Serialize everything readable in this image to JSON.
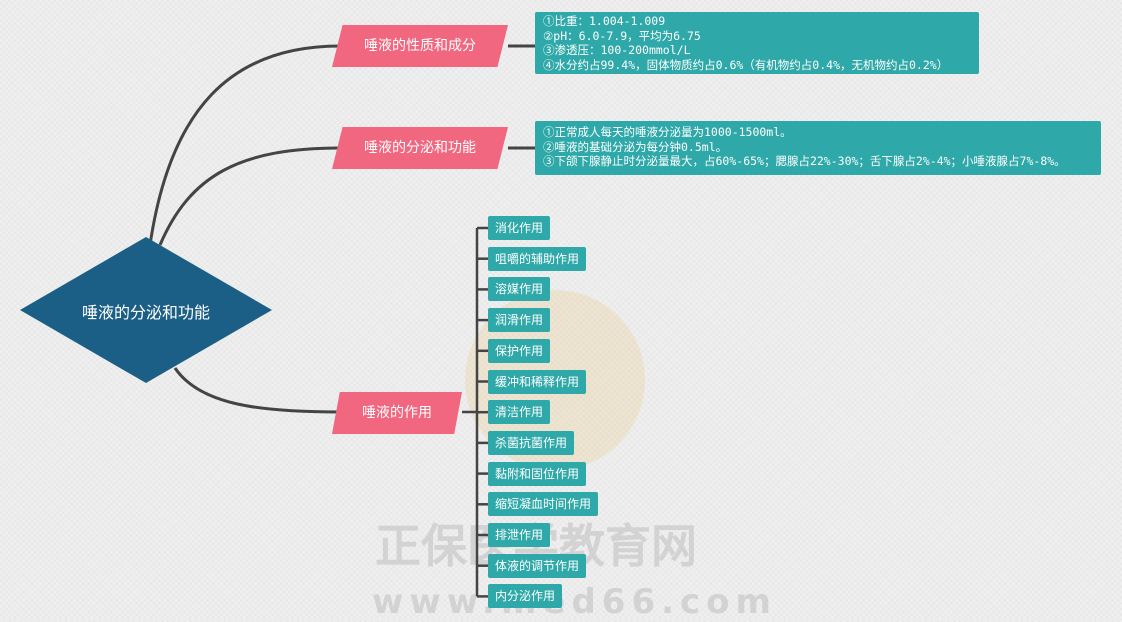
{
  "center": {
    "label": "唾液的分泌和功能"
  },
  "branches": [
    {
      "label": "唾液的性质和成分",
      "notes": [
        "①比重：1.004-1.009",
        "②pH：6.0-7.9，平均为6.75",
        "③渗透压：100-200mmol/L",
        "④水分约占99.4%，固体物质约占0.6%（有机物约占0.4%，无机物约占0.2%）"
      ]
    },
    {
      "label": "唾液的分泌和功能",
      "notes": [
        "①正常成人每天的唾液分泌量为1000-1500ml。",
        "②唾液的基础分泌为每分钟0.5ml。",
        "③下颌下腺静止时分泌量最大，占60%-65%；腮腺占22%-30%；舌下腺占2%-4%；小唾液腺占7%-8%。"
      ]
    },
    {
      "label": "唾液的作用",
      "items": [
        "消化作用",
        "咀嚼的辅助作用",
        "溶媒作用",
        "润滑作用",
        "保护作用",
        "缓冲和稀释作用",
        "清洁作用",
        "杀菌抗菌作用",
        "黏附和固位作用",
        "缩短凝血时间作用",
        "排泄作用",
        "体液的调节作用",
        "内分泌作用"
      ]
    }
  ],
  "watermark": {
    "name": "正保医学教育网",
    "url": "www.med66.com"
  },
  "colors": {
    "center": "#1b5f86",
    "branch": "#f0677f",
    "note": "#2ea8a8",
    "line": "#444444"
  }
}
